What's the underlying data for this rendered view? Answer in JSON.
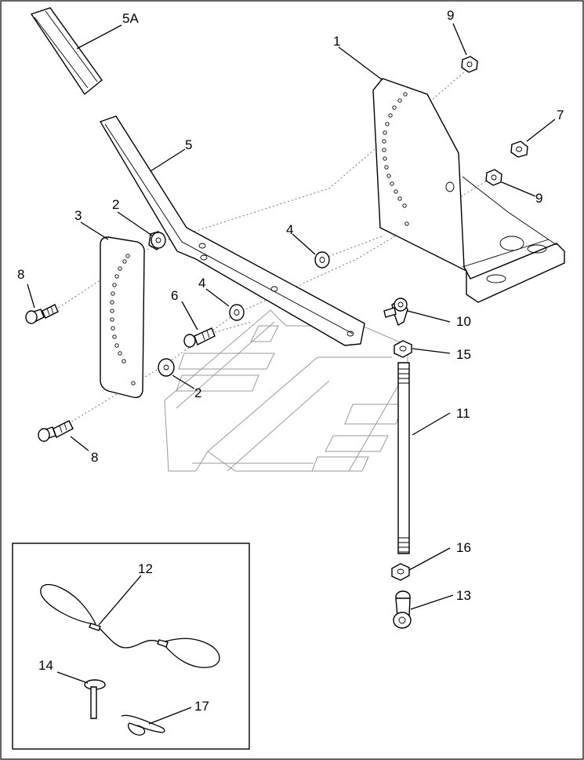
{
  "callouts": [
    {
      "id": "1",
      "text": "1"
    },
    {
      "id": "2a",
      "text": "2"
    },
    {
      "id": "2b",
      "text": "2"
    },
    {
      "id": "3",
      "text": "3"
    },
    {
      "id": "4a",
      "text": "4"
    },
    {
      "id": "4b",
      "text": "4"
    },
    {
      "id": "5",
      "text": "5"
    },
    {
      "id": "5a",
      "text": "5A"
    },
    {
      "id": "6",
      "text": "6"
    },
    {
      "id": "7",
      "text": "7"
    },
    {
      "id": "8a",
      "text": "8"
    },
    {
      "id": "8b",
      "text": "8"
    },
    {
      "id": "9a",
      "text": "9"
    },
    {
      "id": "9b",
      "text": "9"
    },
    {
      "id": "10",
      "text": "10"
    },
    {
      "id": "11",
      "text": "11"
    },
    {
      "id": "12",
      "text": "12"
    },
    {
      "id": "13",
      "text": "13"
    },
    {
      "id": "14",
      "text": "14"
    },
    {
      "id": "15",
      "text": "15"
    },
    {
      "id": "16",
      "text": "16"
    },
    {
      "id": "17",
      "text": "17"
    }
  ]
}
